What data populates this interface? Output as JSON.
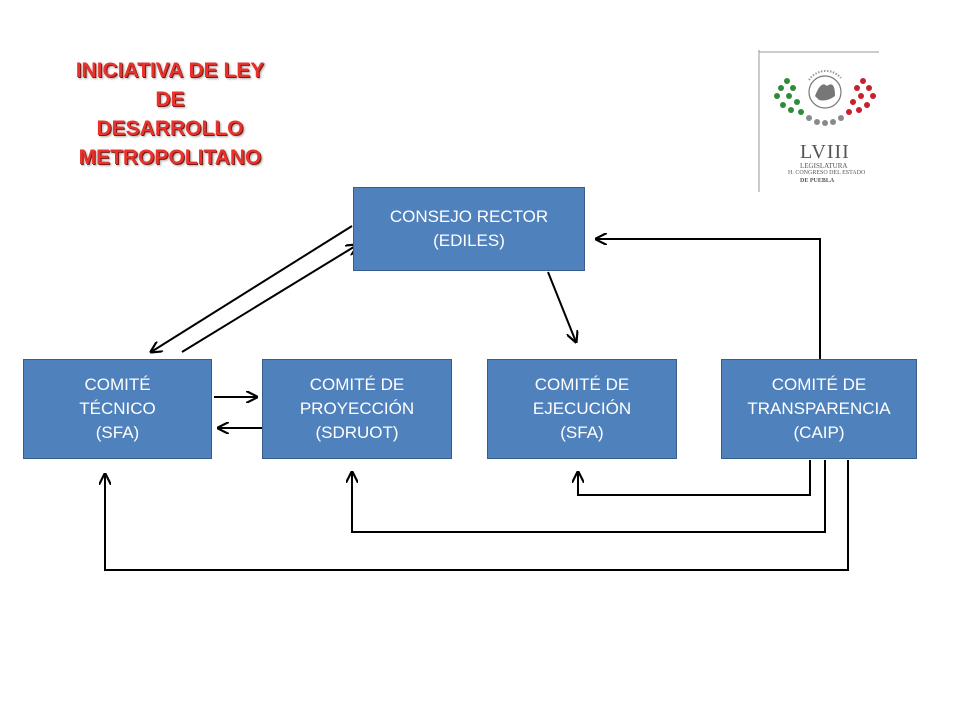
{
  "title": {
    "lines": [
      "INICIATIVA DE LEY",
      "DE",
      "DESARROLLO",
      "METROPOLITANO"
    ]
  },
  "logo": {
    "legislature": "LVIII",
    "line1": "LEGISLATURA",
    "line2": "H. CONGRESO DEL ESTADO",
    "line3": "DE PUEBLA",
    "seal_text": "ESTADOS UNIDOS MEXICANOS",
    "colors": {
      "green": "#2e8b3a",
      "red": "#c8202c",
      "gray": "#8a8a8a"
    }
  },
  "nodes": {
    "consejo": {
      "lines": [
        "CONSEJO RECTOR",
        "(EDILES)"
      ]
    },
    "tecnico": {
      "lines": [
        "COMITÉ",
        "TÉCNICO",
        "(SFA)"
      ]
    },
    "proyeccion": {
      "lines": [
        "COMITÉ DE",
        "PROYECCIÓN",
        "(SDRUOT)"
      ]
    },
    "ejecucion": {
      "lines": [
        "COMITÉ DE",
        "EJECUCIÓN",
        "(SFA)"
      ]
    },
    "transparencia": {
      "lines": [
        "COMITÉ DE",
        "TRANSPARENCIA",
        "(CAIP)"
      ]
    }
  },
  "edges": [
    {
      "from": "consejo",
      "to": "tecnico"
    },
    {
      "from": "tecnico",
      "to": "consejo"
    },
    {
      "from": "consejo",
      "to": "ejecucion"
    },
    {
      "from": "tecnico",
      "to": "proyeccion"
    },
    {
      "from": "proyeccion",
      "to": "tecnico"
    },
    {
      "from": "transparencia",
      "to": "consejo"
    },
    {
      "from": "transparencia",
      "to": "ejecucion"
    },
    {
      "from": "transparencia",
      "to": "proyeccion"
    },
    {
      "from": "transparencia",
      "to": "tecnico"
    }
  ],
  "colors": {
    "box_fill": "#4f81bd",
    "box_border": "#385d8a",
    "title": "#e8322b",
    "arrow": "#000000"
  }
}
